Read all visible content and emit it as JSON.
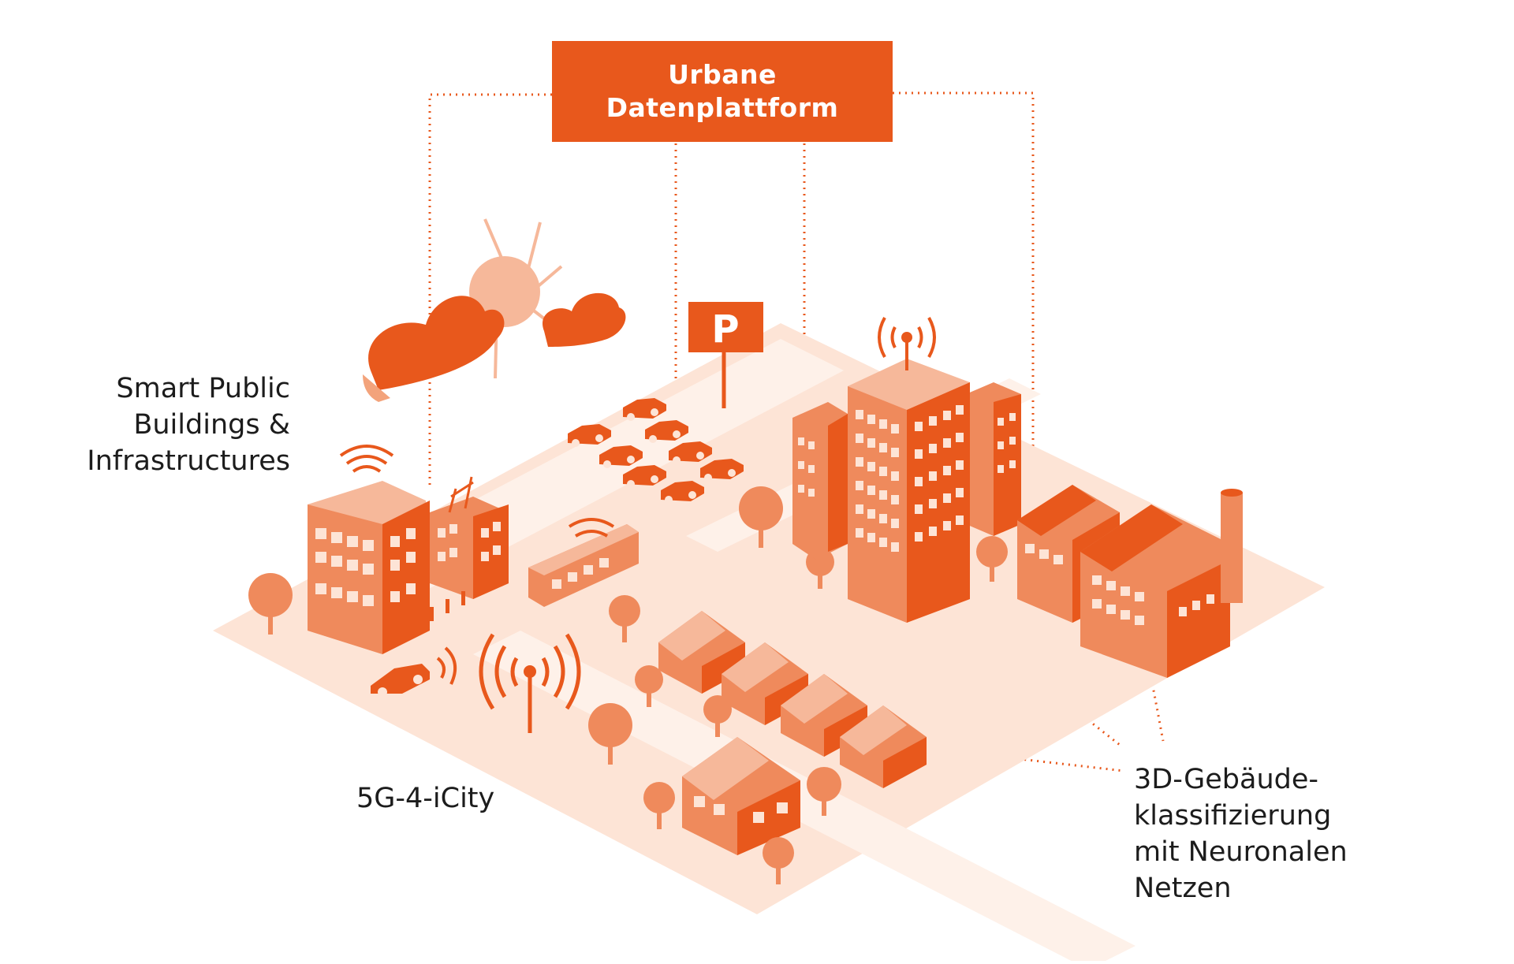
{
  "platform": {
    "line1": "Urbane",
    "line2": "Datenplattform"
  },
  "labels": {
    "smart_buildings": [
      "Smart Public",
      "Buildings &",
      "Infrastructures"
    ],
    "city_5g": "5G-4-iCity",
    "classification": [
      "3D-Gebäude-",
      "klassifizierung",
      "mit Neuronalen",
      "Netzen"
    ]
  },
  "parking_sign": "P",
  "colors": {
    "primary": "#e8581c",
    "mid": "#ef8a5c",
    "light": "#f6b89a",
    "ground": "#fde4d6",
    "ground_light": "#fef1e9"
  }
}
